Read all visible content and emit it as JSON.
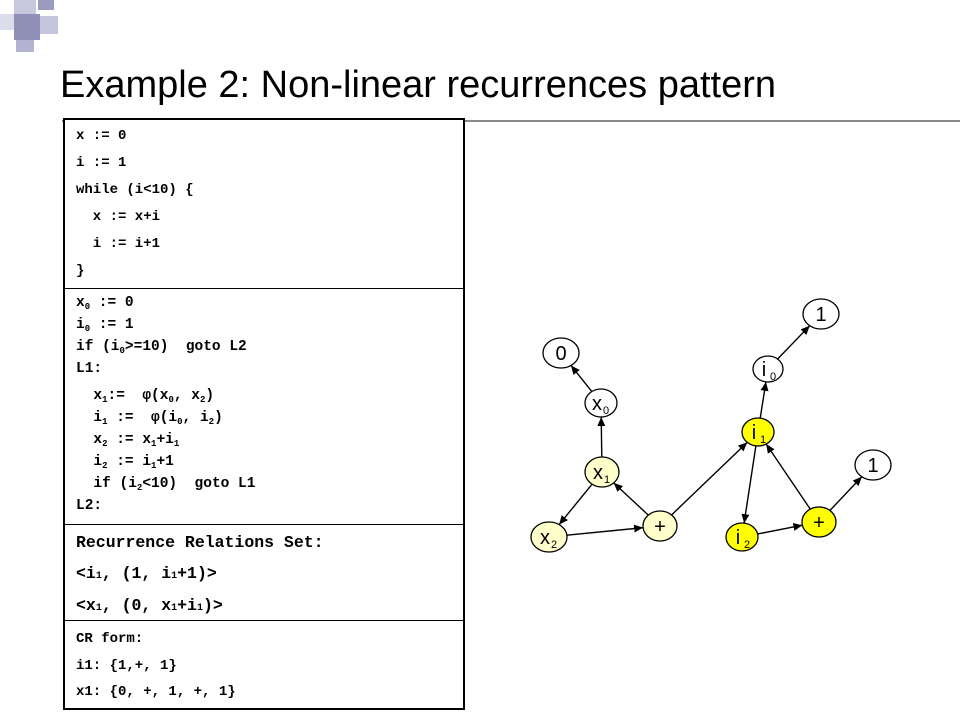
{
  "slide": {
    "title": "Example 2: Non-linear recurrences pattern"
  },
  "code": {
    "section1": [
      "x := 0",
      "i := 1",
      "while (i<10) {",
      "  x := x+i",
      "  i := i+1",
      "}"
    ],
    "section2": [
      {
        "parts": [
          [
            "x",
            ""
          ],
          [
            "0",
            "sub"
          ],
          [
            " := 0",
            ""
          ]
        ]
      },
      {
        "parts": [
          [
            "i",
            ""
          ],
          [
            "0",
            "sub"
          ],
          [
            " := 1",
            ""
          ]
        ]
      },
      {
        "parts": [
          [
            "if (i",
            ""
          ],
          [
            "0",
            "sub"
          ],
          [
            ">=10)  goto L2",
            ""
          ]
        ]
      },
      {
        "parts": [
          [
            "L1:",
            ""
          ]
        ]
      },
      {
        "parts": [
          [
            "  x",
            ""
          ],
          [
            "1",
            "sub"
          ],
          [
            ":=  φ(x",
            ""
          ],
          [
            "0",
            "sub"
          ],
          [
            ", x",
            ""
          ],
          [
            "2",
            "sub"
          ],
          [
            ")",
            ""
          ]
        ]
      },
      {
        "parts": [
          [
            "  i",
            ""
          ],
          [
            "1",
            "sub"
          ],
          [
            " :=  φ(i",
            ""
          ],
          [
            "0",
            "sub"
          ],
          [
            ", i",
            ""
          ],
          [
            "2",
            "sub"
          ],
          [
            ")",
            ""
          ]
        ]
      },
      {
        "parts": [
          [
            "  x",
            ""
          ],
          [
            "2",
            "sub"
          ],
          [
            " := x",
            ""
          ],
          [
            "1",
            "sub"
          ],
          [
            "+i",
            ""
          ],
          [
            "1",
            "sub"
          ]
        ]
      },
      {
        "parts": [
          [
            "  i",
            ""
          ],
          [
            "2",
            "sub"
          ],
          [
            " := i",
            ""
          ],
          [
            "1",
            "sub"
          ],
          [
            "+1",
            ""
          ]
        ]
      },
      {
        "parts": [
          [
            "  if (i",
            ""
          ],
          [
            "2",
            "sub"
          ],
          [
            "<10)  goto L1",
            ""
          ]
        ]
      },
      {
        "parts": [
          [
            "L2:",
            ""
          ]
        ]
      }
    ],
    "section3": [
      {
        "parts": [
          [
            "Recurrence Relations Set:",
            ""
          ]
        ]
      },
      {
        "parts": [
          [
            "<i",
            ""
          ],
          [
            "1",
            "sub"
          ],
          [
            ", (1, i",
            ""
          ],
          [
            "1",
            "sub"
          ],
          [
            "+1)>",
            ""
          ]
        ]
      },
      {
        "parts": [
          [
            "<x",
            ""
          ],
          [
            "1",
            "sub"
          ],
          [
            ", (0, x",
            ""
          ],
          [
            "1",
            "sub"
          ],
          [
            "+i",
            ""
          ],
          [
            "1",
            "sub"
          ],
          [
            ")>",
            ""
          ]
        ]
      }
    ],
    "section4": [
      "CR form:",
      "i1: {1,+, 1}",
      "x1: {0, +, 1, +, 1}"
    ]
  },
  "graph": {
    "nodes": [
      {
        "id": "c0",
        "label": "0",
        "sub": "",
        "fill": "#ffffff"
      },
      {
        "id": "x0",
        "label": "x",
        "sub": "0",
        "fill": "#ffffff"
      },
      {
        "id": "x1",
        "label": "x",
        "sub": "1",
        "fill": "#ffffcc"
      },
      {
        "id": "x2",
        "label": "x",
        "sub": "2",
        "fill": "#ffffcc"
      },
      {
        "id": "plus1",
        "label": "+",
        "sub": "",
        "fill": "#ffffcc"
      },
      {
        "id": "c1a",
        "label": "1",
        "sub": "",
        "fill": "#ffffff"
      },
      {
        "id": "i0",
        "label": "i",
        "sub": "0",
        "fill": "#ffffff"
      },
      {
        "id": "i1",
        "label": "i",
        "sub": "1",
        "fill": "#ffff00"
      },
      {
        "id": "i2",
        "label": "i",
        "sub": "2",
        "fill": "#ffff00"
      },
      {
        "id": "plus2",
        "label": "+",
        "sub": "",
        "fill": "#ffff00"
      },
      {
        "id": "c1b",
        "label": "1",
        "sub": "",
        "fill": "#ffffff"
      }
    ],
    "edges": [
      [
        "x0",
        "c0"
      ],
      [
        "x1",
        "x0"
      ],
      [
        "x1",
        "x2"
      ],
      [
        "x2",
        "plus1"
      ],
      [
        "plus1",
        "x1"
      ],
      [
        "plus1",
        "i1"
      ],
      [
        "i1",
        "i0"
      ],
      [
        "i0",
        "c1a"
      ],
      [
        "i1",
        "i2"
      ],
      [
        "i2",
        "plus2"
      ],
      [
        "plus2",
        "i1"
      ],
      [
        "plus2",
        "c1b"
      ]
    ]
  }
}
